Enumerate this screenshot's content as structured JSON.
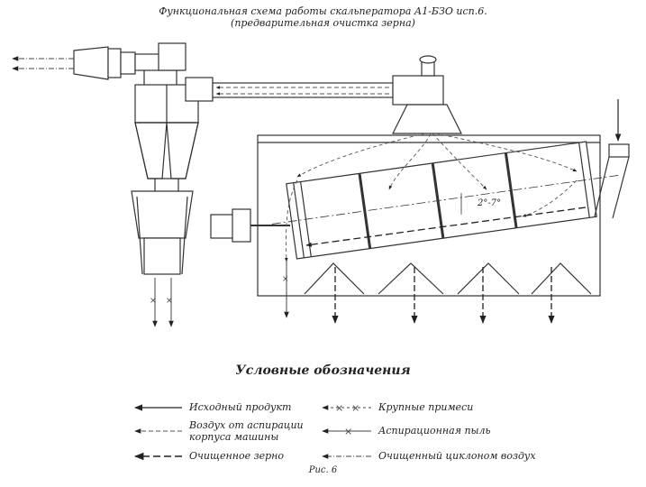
{
  "title": {
    "line1": "Функциональная схема работы скальператора А1-БЗО исп.6.",
    "line2": "(предварительная очистка зерна)"
  },
  "diagram": {
    "angle_label": "2°-7°"
  },
  "legend": {
    "title": "Условные обозначения",
    "items": [
      {
        "key": "source-product",
        "label": "Исходный продукт"
      },
      {
        "key": "coarse-impurities",
        "label": "Крупные примеси"
      },
      {
        "key": "housing-aspiration-air",
        "label": "Воздух от аспирации корпуса машины",
        "line1": "Воздух от аспирации",
        "line2": "корпуса машины"
      },
      {
        "key": "aspiration-dust",
        "label": "Аспирационная пыль"
      },
      {
        "key": "cleaned-grain",
        "label": "Очищенное зерно"
      },
      {
        "key": "cyclone-cleaned-air",
        "label": "Очищенный циклоном воздух"
      }
    ]
  },
  "caption": "Рис. 6"
}
